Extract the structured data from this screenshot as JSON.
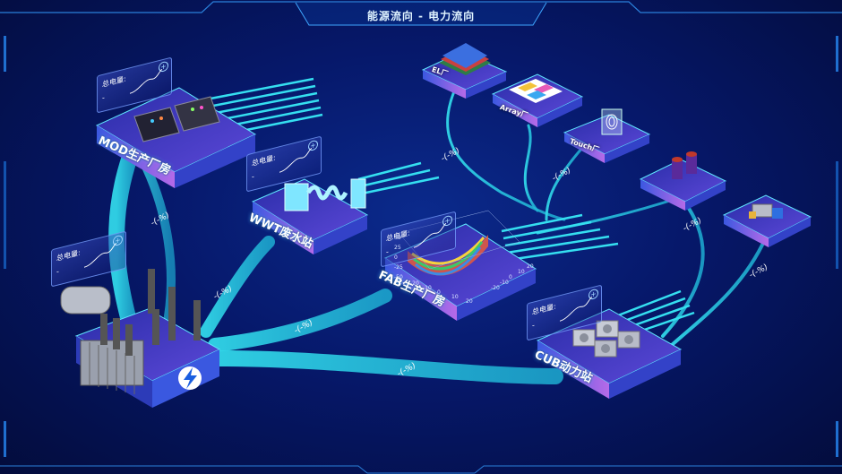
{
  "header": {
    "title": "能源流向 - 电力流向"
  },
  "card_label": "总电量:",
  "card_value": "-",
  "card_add": "+",
  "buildings": {
    "mod": "MOD生产厂房",
    "wwt": "WWT废水站",
    "fab": "FAB生产厂房",
    "cub": "CUB动力站"
  },
  "small_buildings": {
    "el": "EL厂",
    "array": "Array厂",
    "touch": "Touch厂"
  },
  "flow_labels": [
    "-(-%)",
    "-(-%)",
    "-(-%)",
    "-(-%)",
    "-(-%)",
    "-(-%)",
    "-(-%)",
    "-(-%)"
  ],
  "fab_axis_ticks": [
    "-20",
    "-10",
    "0",
    "10",
    "20",
    "-20",
    "-10",
    "0",
    "10",
    "20",
    "50",
    "25",
    "0",
    "-25",
    "-50"
  ],
  "colors": {
    "flow": "#2fd8ea",
    "platform_top": "#5a4fd6",
    "platform_edge": "#33e6f5",
    "background": "#06186a"
  },
  "icons": [
    "transformer-icon",
    "lightning-icon",
    "tablet-icon",
    "tank-icon",
    "surface-plot-icon",
    "chiller-icon",
    "panel-icon",
    "fingerprint-icon",
    "cylinder-icon",
    "machine-icon"
  ]
}
